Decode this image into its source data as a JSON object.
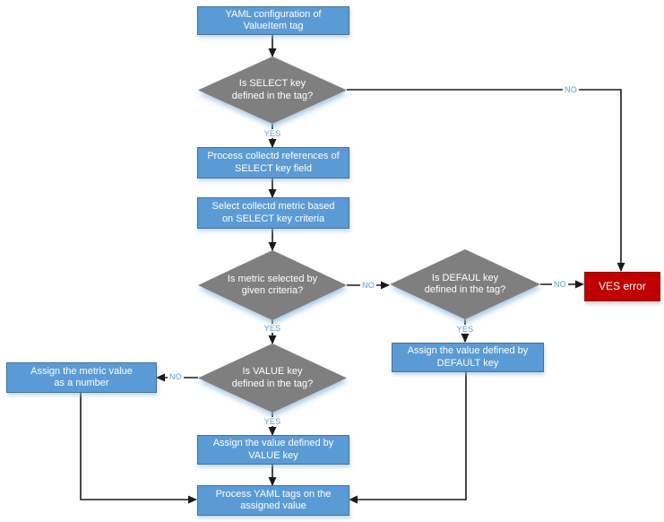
{
  "diagram": {
    "type": "flowchart",
    "nodes": {
      "yaml_config": {
        "label": "YAML configuration of ValueItem tag",
        "shape": "process"
      },
      "is_select_key": {
        "label": "Is SELECT key defined in the tag?",
        "shape": "decision"
      },
      "process_references": {
        "label": "Process collectd references of SELECT key field",
        "shape": "process"
      },
      "select_metric": {
        "label": "Select collectd metric based on SELECT key criteria",
        "shape": "process"
      },
      "is_metric_selected": {
        "label": "Is metric selected by given criteria?",
        "shape": "decision"
      },
      "is_default_key": {
        "label": "Is DEFAUL key defined in the tag?",
        "shape": "decision"
      },
      "ves_error": {
        "label": "VES error",
        "shape": "error"
      },
      "assign_default": {
        "label": "Assign the value defined by DEFAULT key",
        "shape": "process"
      },
      "is_value_key": {
        "label": "Is VALUE key defined in the tag?",
        "shape": "decision"
      },
      "assign_metric_number": {
        "label": "Assign the metric value as a number",
        "shape": "process"
      },
      "assign_value": {
        "label": "Assign the value defined by VALUE key",
        "shape": "process"
      },
      "process_yaml_tags": {
        "label": "Process YAML tags on the assigned value",
        "shape": "process"
      }
    },
    "edge_labels": {
      "select_no": "NO",
      "select_yes": "YES",
      "metric_no": "NO",
      "metric_yes": "YES",
      "default_no": "NO",
      "default_yes": "YES",
      "value_no": "NO",
      "value_yes": "YES"
    },
    "colors": {
      "process_fill": "#5B9BD5",
      "process_border": "#41719C",
      "decision_fill": "#7F7F7F",
      "error_fill": "#C00000",
      "error_border": "#8C1515",
      "edge_label": "#5B9BD5",
      "line": "#1a1a1a",
      "node_text": "#FFFFFF"
    }
  }
}
